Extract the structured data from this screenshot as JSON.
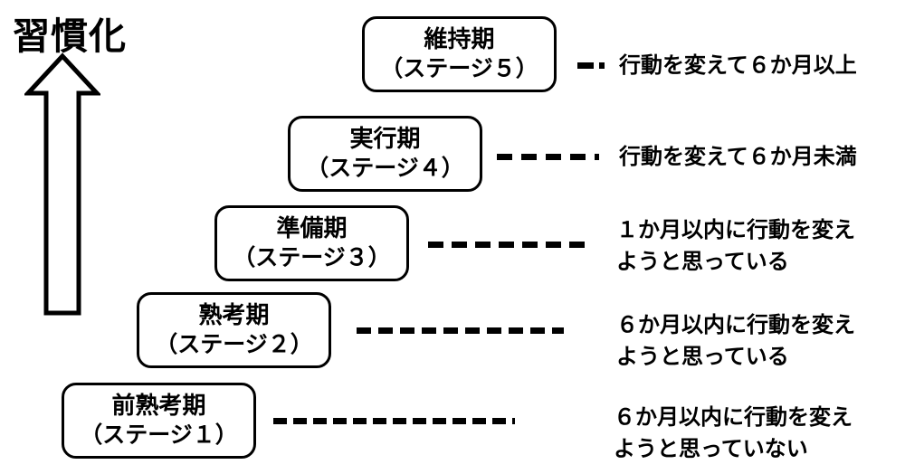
{
  "title": "習慣化",
  "stages": [
    {
      "name": "維持期",
      "stage_label": "（ステージ５）",
      "desc1": "行動を変えて６か月以上",
      "desc2": ""
    },
    {
      "name": "実行期",
      "stage_label": "（ステージ４）",
      "desc1": "行動を変えて６か月未満",
      "desc2": ""
    },
    {
      "name": "準備期",
      "stage_label": "（ステージ３）",
      "desc1": "１か月以内に行動を変え",
      "desc2": "ようと思っている"
    },
    {
      "name": "熟考期",
      "stage_label": "（ステージ２）",
      "desc1": "６か月以内に行動を変え",
      "desc2": "ようと思っている"
    },
    {
      "name": "前熟考期",
      "stage_label": "（ステージ１）",
      "desc1": "６か月以内に行動を変え",
      "desc2": "ようと思っていない"
    }
  ],
  "colors": {
    "ink": "#000000",
    "background": "#ffffff"
  }
}
